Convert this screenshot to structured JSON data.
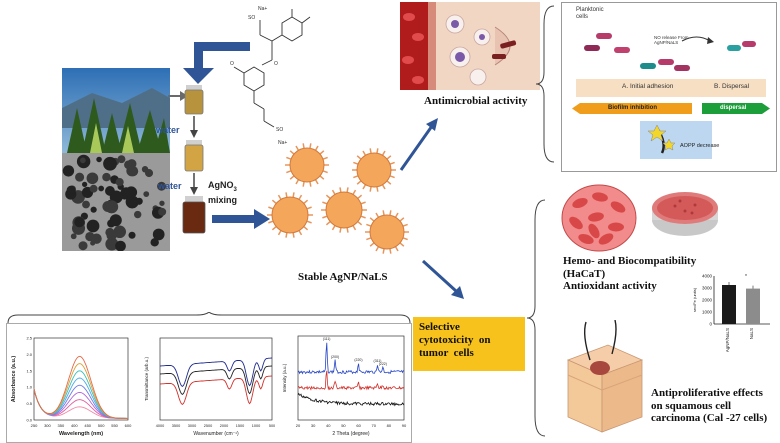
{
  "texts": {
    "water_1": "water",
    "water_2": "water",
    "agno3": "AgNO",
    "agno3_sub": "3",
    "mixing": "mixing",
    "stable": "Stable AgNP/NaLS",
    "antimicrobial": "Antimicrobial  activity",
    "planktonic": "Planktonic\ncells",
    "ag_release": "NO release From\nAgNP/NaLS",
    "initial_adhesion": "A. Initial adhesion",
    "dispersal": "B. Dispersal",
    "biofilm_inhibition": "Biofilm inhibition",
    "dispersal_2": "dispersal",
    "aopp": "AOPP decrease",
    "selective": "Selective\ncytotoxicity  on\ntumor  cells",
    "hemo": "Hemo- and Biocompatibility\n(HaCaT)\nAntioxidant activity",
    "antiprolif": "Antiproliferative effects\non squamous cell\ncarcinoma (Cal -27 cells)",
    "na_top": "Na+",
    "na_bottom": "Na+",
    "uv_ylabel": "Absorbance (a.u.)",
    "uv_xlabel": "Wavelength (nm)",
    "ft_xlabel": "Wavenumber (cm⁻¹)",
    "ft_ylabel": "Transmittance (arb.u.)",
    "xrd_xlabel": "2 Theta (degree)",
    "xrd_ylabel": "Intensity (a.u.)",
    "bar_ylabel": "sec/Fe (units)",
    "bar_sig": "*",
    "xrd_peaks": [
      "(111)",
      "(200)",
      "(220)",
      "(311)",
      "(222)"
    ]
  },
  "colors": {
    "arrow_blue": "#2f5597",
    "orange_box": "#f8c21c",
    "cell_red": "#d9534f",
    "nanoparticle": "#f4a65a"
  },
  "chart_data": [
    {
      "type": "line",
      "title": "",
      "xlabel": "Wavelength (nm)",
      "ylabel": "Absorbance (a.u.)",
      "x_ticks": [
        "250",
        "300",
        "350",
        "400",
        "450",
        "500",
        "550",
        "600"
      ],
      "y_ticks": [
        "0.0",
        "0.5",
        "1.0",
        "1.5",
        "2.0",
        "2.5"
      ],
      "xlim": [
        250,
        600
      ],
      "ylim": [
        0,
        2.5
      ],
      "series_count": 8
    },
    {
      "type": "line",
      "title": "",
      "xlabel": "Wavenumber (cm⁻¹)",
      "ylabel": "Transmittance (arb.u.)",
      "x_ticks": [
        "4000",
        "3500",
        "3000",
        "2500",
        "2000",
        "1500",
        "1000",
        "500"
      ],
      "series_count": 3
    },
    {
      "type": "line",
      "title": "",
      "xlabel": "2 Theta (degree)",
      "ylabel": "Intensity (a.u.)",
      "x_ticks": [
        "20",
        "30",
        "40",
        "50",
        "60",
        "70",
        "80",
        "90"
      ],
      "series_count": 3
    },
    {
      "type": "bar",
      "categories": [
        "AgNP/NaLS",
        "NaLS"
      ],
      "values": [
        3250,
        2950
      ],
      "ylabel": "sec/Fe (units)",
      "y_ticks": [
        "4000",
        "3000",
        "2000",
        "1000",
        "0"
      ],
      "ylim": [
        0,
        4000
      ]
    }
  ]
}
